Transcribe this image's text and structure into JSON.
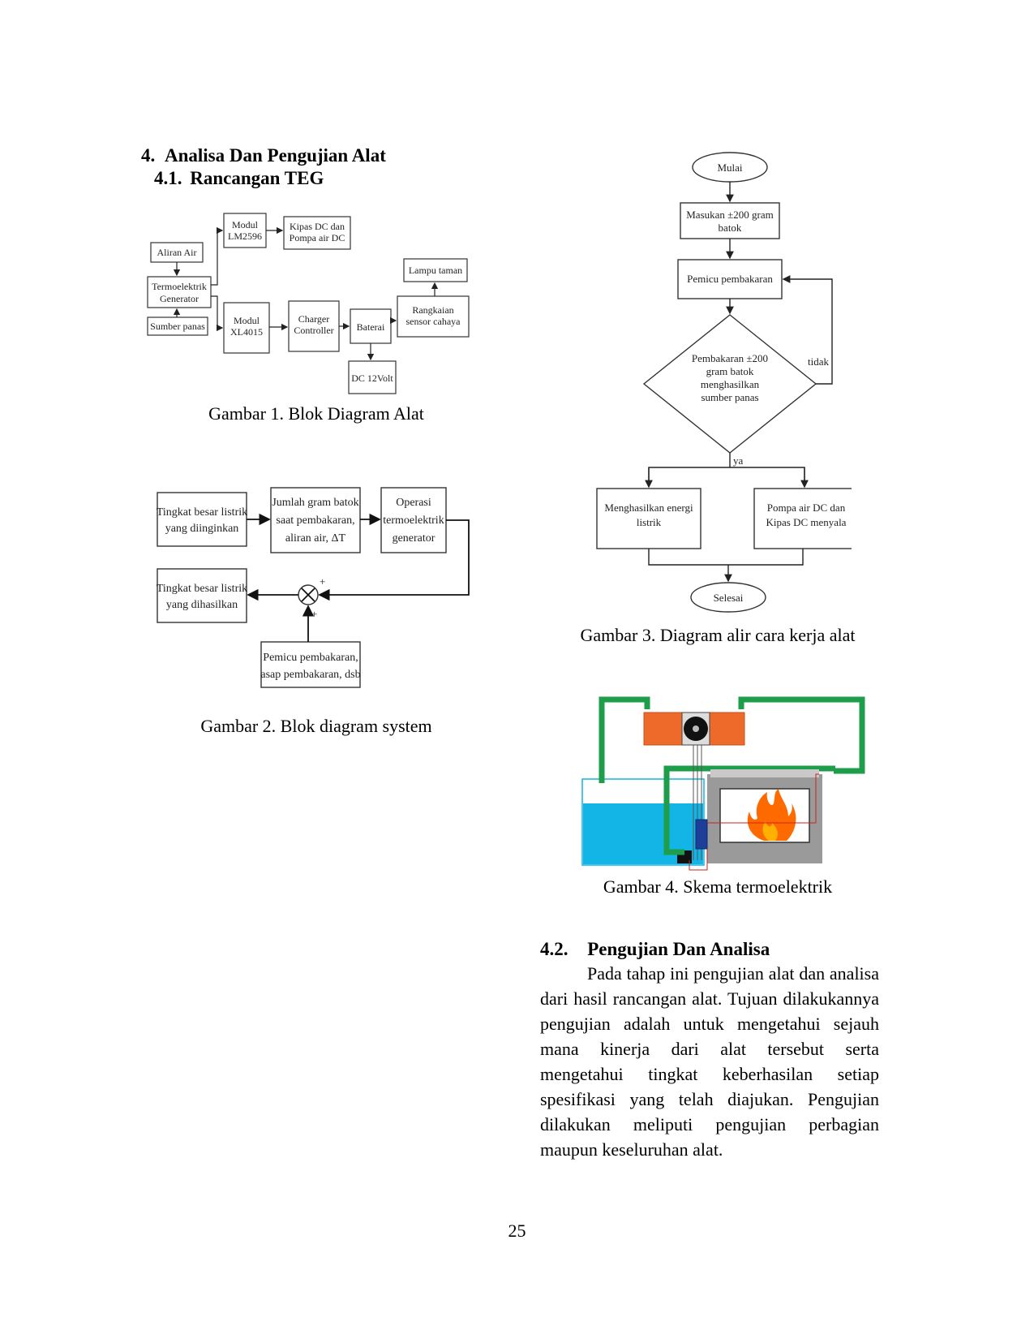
{
  "section4": {
    "number": "4.",
    "title": "Analisa Dan Pengujian Alat"
  },
  "section41": {
    "number": "4.1.",
    "title": "Rancangan TEG"
  },
  "fig1": {
    "caption": "Gambar 1. Blok Diagram Alat",
    "blocks": {
      "modul_lm_1": "Modul",
      "modul_lm_2": "LM2596",
      "kipas_1": "Kipas DC dan",
      "kipas_2": "Pompa air DC",
      "aliran": "Aliran Air",
      "teg_1": "Termoelektrik",
      "teg_2": "Generator",
      "sumber": "Sumber panas",
      "modul_xl_1": "Modul",
      "modul_xl_2": "XL4015",
      "charger_1": "Charger",
      "charger_2": "Controller",
      "baterai": "Baterai",
      "lampu": "Lampu taman",
      "rangkaian_1": "Rangkaian",
      "rangkaian_2": "sensor cahaya",
      "dc": "DC 12Volt"
    }
  },
  "fig2": {
    "caption": "Gambar 2. Blok diagram system",
    "blocks": {
      "diinginkan_1": "Tingkat besar listrik",
      "diinginkan_2": "yang diinginkan",
      "jumlah_1": "Jumlah gram batok",
      "jumlah_2": "saat pembakaran,",
      "jumlah_3": "aliran air, ΔT",
      "operasi_1": "Operasi",
      "operasi_2": "termoelektrik",
      "operasi_3": "generator",
      "dihasilkan_1": "Tingkat besar listrik",
      "dihasilkan_2": "yang dihasilkan",
      "pemicu_1": "Pemicu pembakaran,",
      "pemicu_2": "asap pembakaran, dsb",
      "plus": "+"
    }
  },
  "fig3": {
    "caption": "Gambar 3. Diagram alir cara kerja alat",
    "nodes": {
      "mulai": "Mulai",
      "masukan_1": "Masukan ±200 gram",
      "masukan_2": "batok",
      "pemicu": "Pemicu pembakaran",
      "decision_1": "Pembakaran ±200",
      "decision_2": "gram batok",
      "decision_3": "menghasilkan",
      "decision_4": "sumber panas",
      "tidak": "tidak",
      "ya": "ya",
      "energi_1": "Menghasilkan energi",
      "energi_2": "listrik",
      "pompa_1": "Pompa air DC dan",
      "pompa_2": "Kipas DC menyala",
      "selesai": "Selesai"
    }
  },
  "fig4": {
    "caption": "Gambar 4. Skema termoelektrik",
    "colors": {
      "pipe": "#1e9e4a",
      "teg_plate": "#ee6a2a",
      "water": "#13b4e6",
      "furnace": "#9a9a9a",
      "flame": "#ff6a00",
      "wire": "#cc2222"
    }
  },
  "section42": {
    "number": "4.2.",
    "title": "Pengujian Dan Analisa",
    "paragraph": "Pada tahap ini pengujian alat dan analisa dari hasil rancangan alat. Tujuan dilakukannya pengujian adalah untuk mengetahui sejauh mana kinerja dari alat tersebut serta mengetahui tingkat keberhasilan setiap spesifikasi yang telah diajukan. Pengujian dilakukan meliputi pengujian perbagian maupun keseluruhan alat."
  },
  "page_number": "25"
}
